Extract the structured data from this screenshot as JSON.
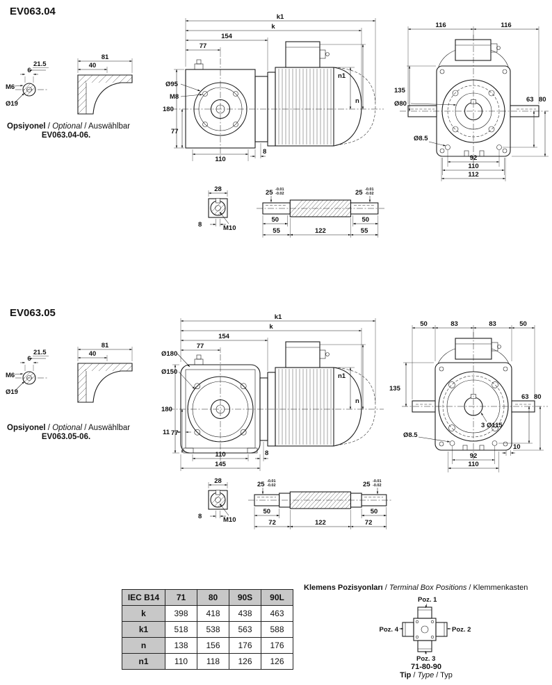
{
  "sep": " / ",
  "ev04": {
    "title": "EV063.04",
    "note": {
      "bold": "Opsiyonel",
      "italic": "Optional",
      "rest": "Auswählbar",
      "code": "EV063.04-06."
    },
    "opt": {
      "d81": "81",
      "d40": "40",
      "d215": "21.5",
      "d6": "6",
      "m6": "M6",
      "d19": "Ø19"
    },
    "main": {
      "k1": "k1",
      "k": "k",
      "d154": "154",
      "d77t": "77",
      "dia95": "Ø95",
      "m8": "M8",
      "d180": "180",
      "d77l": "77",
      "d110": "110",
      "d8": "8",
      "n1": "n1",
      "n": "n"
    },
    "front": {
      "d116l": "116",
      "d116r": "116",
      "d135": "135",
      "dia80": "Ø80",
      "dia85": "Ø8.5",
      "d63": "63",
      "d80": "80",
      "d92": "92",
      "d110": "110",
      "d112": "112"
    },
    "shaft": {
      "d28": "28",
      "d8": "8",
      "m10": "M10",
      "d25l": "25",
      "d25r": "25",
      "tol_u": "-0.01",
      "tol_l": "-0.02",
      "d50l": "50",
      "d50r": "50",
      "d55l": "55",
      "d122": "122",
      "d55r": "55"
    }
  },
  "ev05": {
    "title": "EV063.05",
    "note": {
      "bold": "Opsiyonel",
      "italic": "Optional",
      "rest": "Auswählbar",
      "code": "EV063.05-06."
    },
    "opt": {
      "d81": "81",
      "d40": "40",
      "d215": "21.5",
      "d6": "6",
      "m6": "M6",
      "d19": "Ø19"
    },
    "main": {
      "k1": "k1",
      "k": "k",
      "d154": "154",
      "d77t": "77",
      "dia180": "Ø180",
      "dia150": "Ø150",
      "d180": "180",
      "d77l": "77",
      "d11": "11",
      "d110": "110",
      "d145": "145",
      "d8": "8",
      "n1": "n1",
      "n": "n"
    },
    "front": {
      "d50l": "50",
      "d83l": "83",
      "d83r": "83",
      "d50r": "50",
      "d135": "135",
      "d63": "63",
      "d80": "80",
      "d3": "3",
      "dia115": "Ø115",
      "dia85": "Ø8.5",
      "d92": "92",
      "d10": "10",
      "d110": "110"
    },
    "shaft": {
      "d28": "28",
      "d8": "8",
      "m10": "M10",
      "d25l": "25",
      "d25r": "25",
      "tol_u": "-0.01",
      "tol_l": "-0.02",
      "d50l": "50",
      "d50r": "50",
      "d72l": "72",
      "d122": "122",
      "d72r": "72"
    }
  },
  "table": {
    "headers": [
      "IEC B14",
      "71",
      "80",
      "90S",
      "90L"
    ],
    "rows": [
      {
        "label": "k",
        "values": [
          "398",
          "418",
          "438",
          "463"
        ]
      },
      {
        "label": "k1",
        "values": [
          "518",
          "538",
          "563",
          "588"
        ]
      },
      {
        "label": "n",
        "values": [
          "138",
          "156",
          "176",
          "176"
        ]
      },
      {
        "label": "n1",
        "values": [
          "110",
          "118",
          "126",
          "126"
        ]
      }
    ]
  },
  "terminal": {
    "title_bold": "Klemens Pozisyonları",
    "title_italic": "Terminal Box Positions",
    "title_rest": "Klemmenkasten",
    "positions": {
      "p1": "Poz. 1",
      "p2": "Poz. 2",
      "p3": "Poz. 3",
      "p4": "Poz. 4"
    },
    "models": "71-80-90",
    "tip_bold": "Tip",
    "tip_italic": "Type",
    "tip_rest": "Typ"
  }
}
